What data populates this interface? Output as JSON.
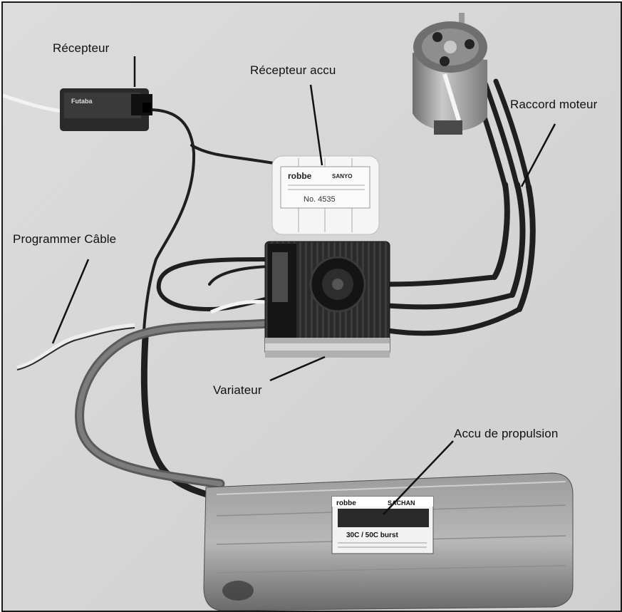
{
  "labels": {
    "receiver": "Récepteur",
    "receiver_battery": "Récepteur accu",
    "motor_connection": "Raccord moteur",
    "programmer_cable": "Programmer Câble",
    "speed_controller": "Variateur",
    "propulsion_battery": "Accu de propulsion"
  },
  "printed": {
    "receiver_brand": "Futaba",
    "battery_brand": "robbe",
    "battery_model": "SANYO",
    "battery_number": "No. 4535",
    "lipo_brand": "robbe",
    "lipo_model": "SACHAN",
    "lipo_rating": "30C / 50C burst"
  }
}
